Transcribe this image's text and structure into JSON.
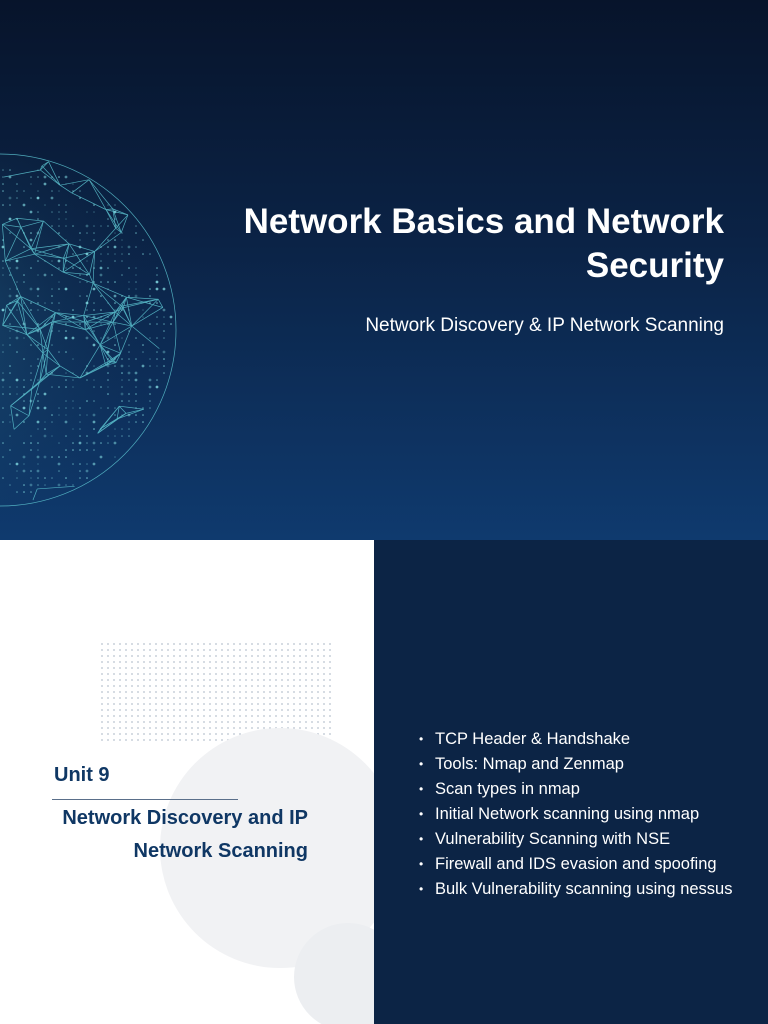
{
  "slide1": {
    "title": "Network Basics and Network Security",
    "subtitle": "Network Discovery & IP Network Scanning",
    "background_colors": [
      "#07142b",
      "#0f3a6e"
    ],
    "globe_icon": "network-globe-icon",
    "globe_color": "#4fb8c8"
  },
  "slide2": {
    "unit_label": "Unit 9",
    "unit_title": "Network Discovery and IP Network Scanning",
    "accent_color": "#0f3764",
    "panel_color": "#0c2445",
    "bullets": [
      "TCP Header & Handshake",
      "Tools: Nmap and Zenmap",
      "Scan types in nmap",
      "Initial Network scanning using nmap",
      "Vulnerability Scanning with NSE",
      "Firewall and IDS evasion and spoofing",
      "Bulk Vulnerability scanning using nessus"
    ]
  }
}
